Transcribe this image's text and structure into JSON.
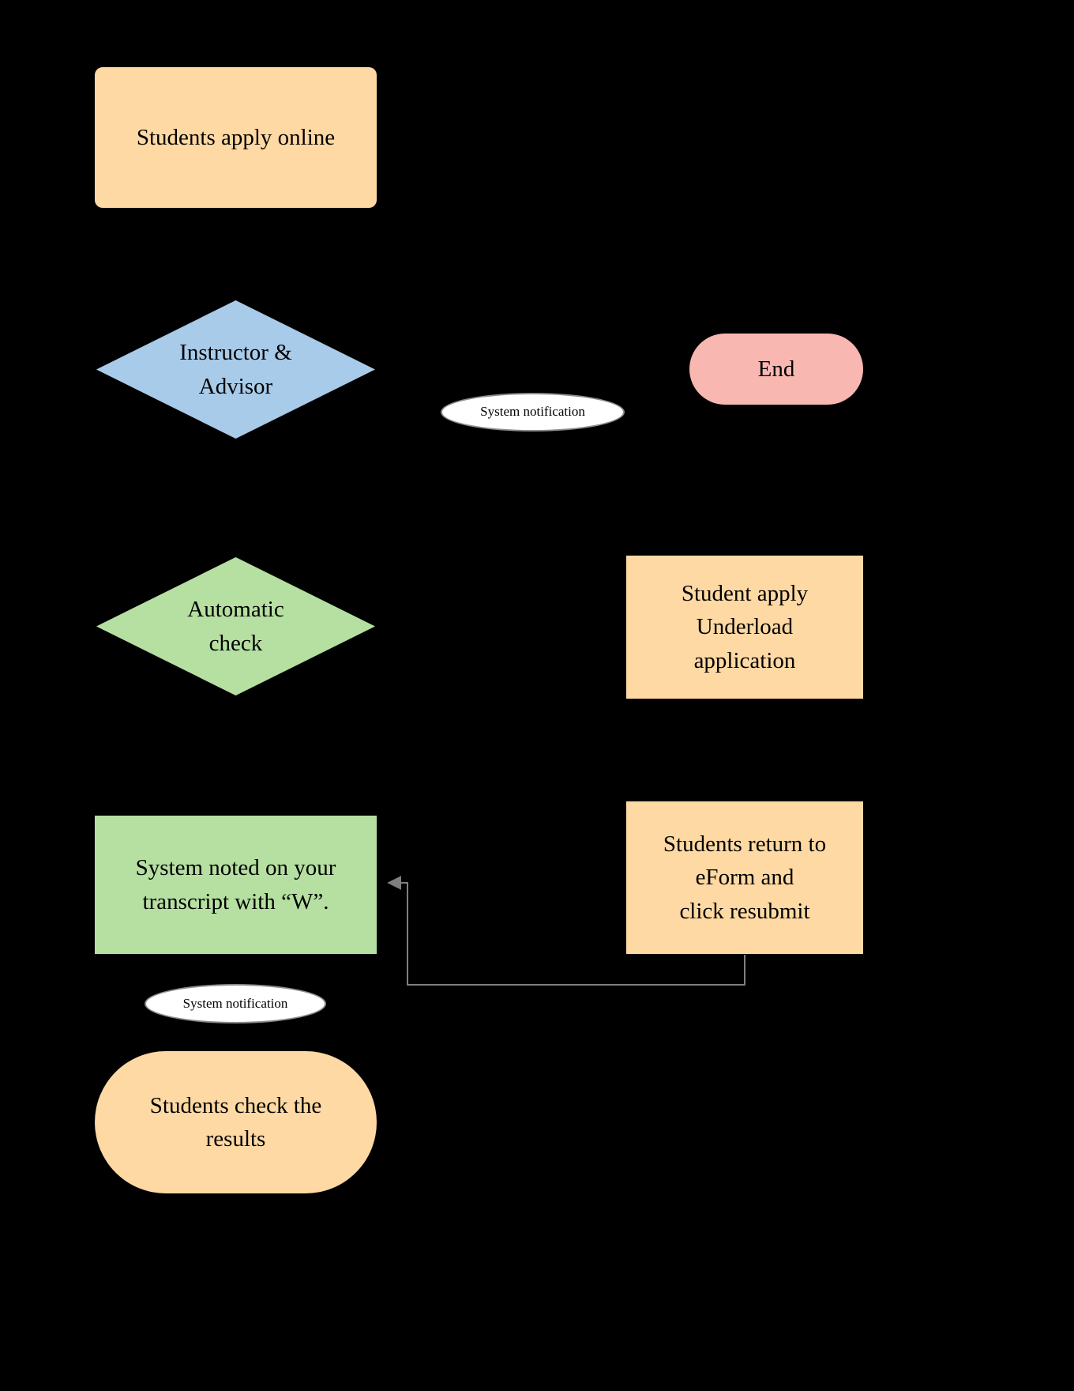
{
  "diagram": {
    "background": "#000000",
    "edge_color": "#7f7f7f",
    "nodes": {
      "apply_online": {
        "label": "Students apply online",
        "fill": "#ffd9a3",
        "shape": "rounded-rect"
      },
      "instructor_advisor": {
        "label": "Instructor &\nAdvisor",
        "fill": "#a8cbe9",
        "shape": "diamond"
      },
      "end": {
        "label": "End",
        "fill": "#f9b7b2",
        "shape": "pill"
      },
      "notify_top": {
        "label": "System notification",
        "fill": "#ffffff",
        "shape": "ellipse"
      },
      "automatic_check": {
        "label": "Automatic\ncheck",
        "fill": "#b6e0a2",
        "shape": "diamond"
      },
      "underload_application": {
        "label": "Student apply\nUnderload\napplication",
        "fill": "#ffd9a3",
        "shape": "rect"
      },
      "transcript_w": {
        "label": "System noted on your\ntranscript with “W”.",
        "fill": "#b6e0a2",
        "shape": "rect"
      },
      "return_eform": {
        "label": "Students return to\neForm and\nclick resubmit",
        "fill": "#ffd9a3",
        "shape": "rect"
      },
      "notify_bottom": {
        "label": "System notification",
        "fill": "#ffffff",
        "shape": "ellipse"
      },
      "check_results": {
        "label": "Students check the\nresults",
        "fill": "#ffd9a3",
        "shape": "stadium"
      }
    },
    "edges": [
      {
        "from": "return_eform",
        "to": "transcript_w",
        "style": "orthogonal-gray-arrow"
      }
    ]
  }
}
